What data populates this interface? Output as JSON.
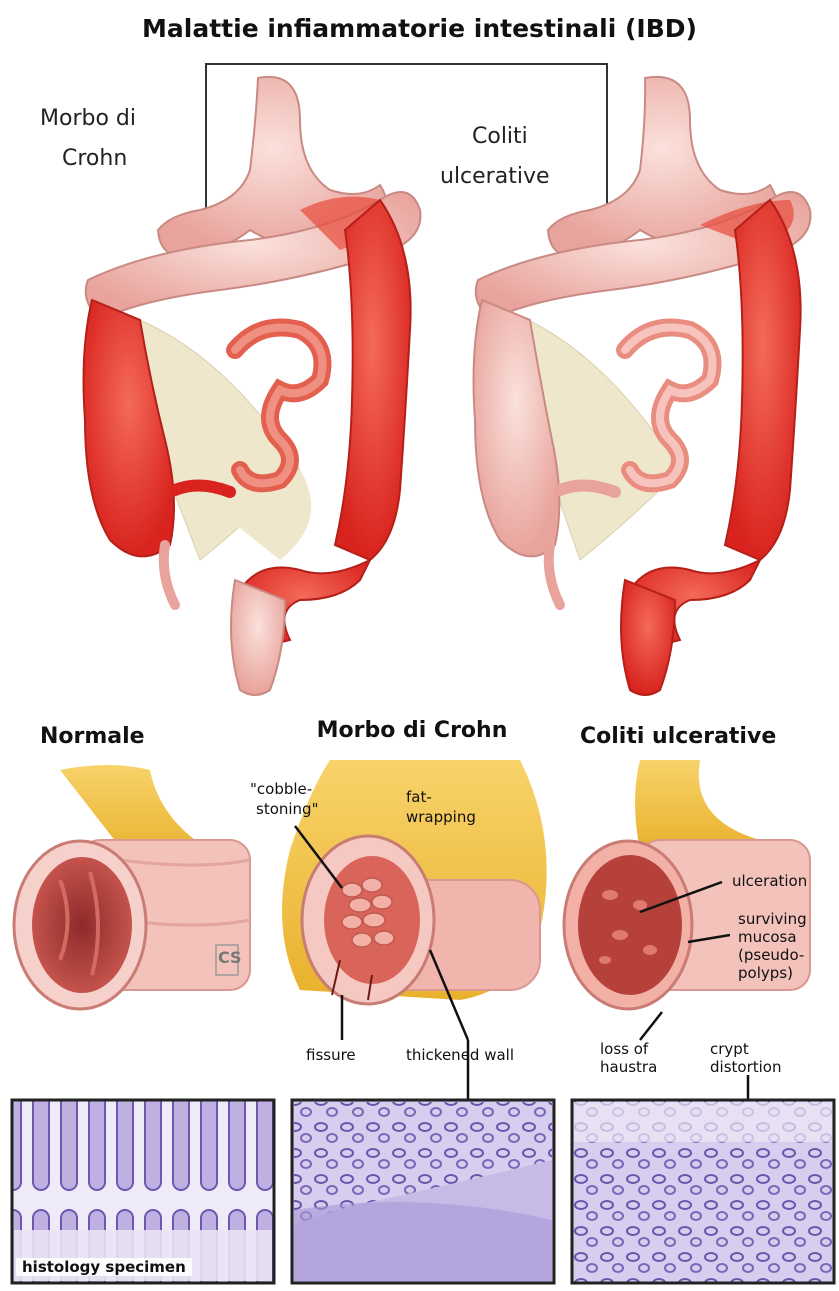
{
  "title": "Malattie infiammatorie intestinali (IBD)",
  "top_labels": {
    "crohn_line1": "Morbo di",
    "crohn_line2": "Crohn",
    "uc_line1": "Coliti",
    "uc_line2": "ulcerative"
  },
  "sections": {
    "normal": "Normale",
    "crohn": "Morbo di Crohn",
    "uc": "Coliti ulcerative"
  },
  "annotations": {
    "cobble_1": "\"cobble-",
    "cobble_2": "stoning\"",
    "fat_1": "fat-",
    "fat_2": "wrapping",
    "fissure": "fissure",
    "thickened": "thickened wall",
    "ulceration": "ulceration",
    "surviving_1": "surviving",
    "surviving_2": "mucosa",
    "surviving_3": "(pseudo-",
    "surviving_4": "polyps)",
    "loss_1": "loss of",
    "loss_2": "haustra",
    "crypt_1": "crypt",
    "crypt_2": "distortion",
    "watermark": "CS"
  },
  "histology_caption": "histology specimen",
  "colors": {
    "inflamed": "#e8322c",
    "healthy_pink": "#f2b9b5",
    "fat_yellow": "#f3c64a",
    "histology_purple": "#8a74c4",
    "mesentery": "#efe7cc"
  }
}
